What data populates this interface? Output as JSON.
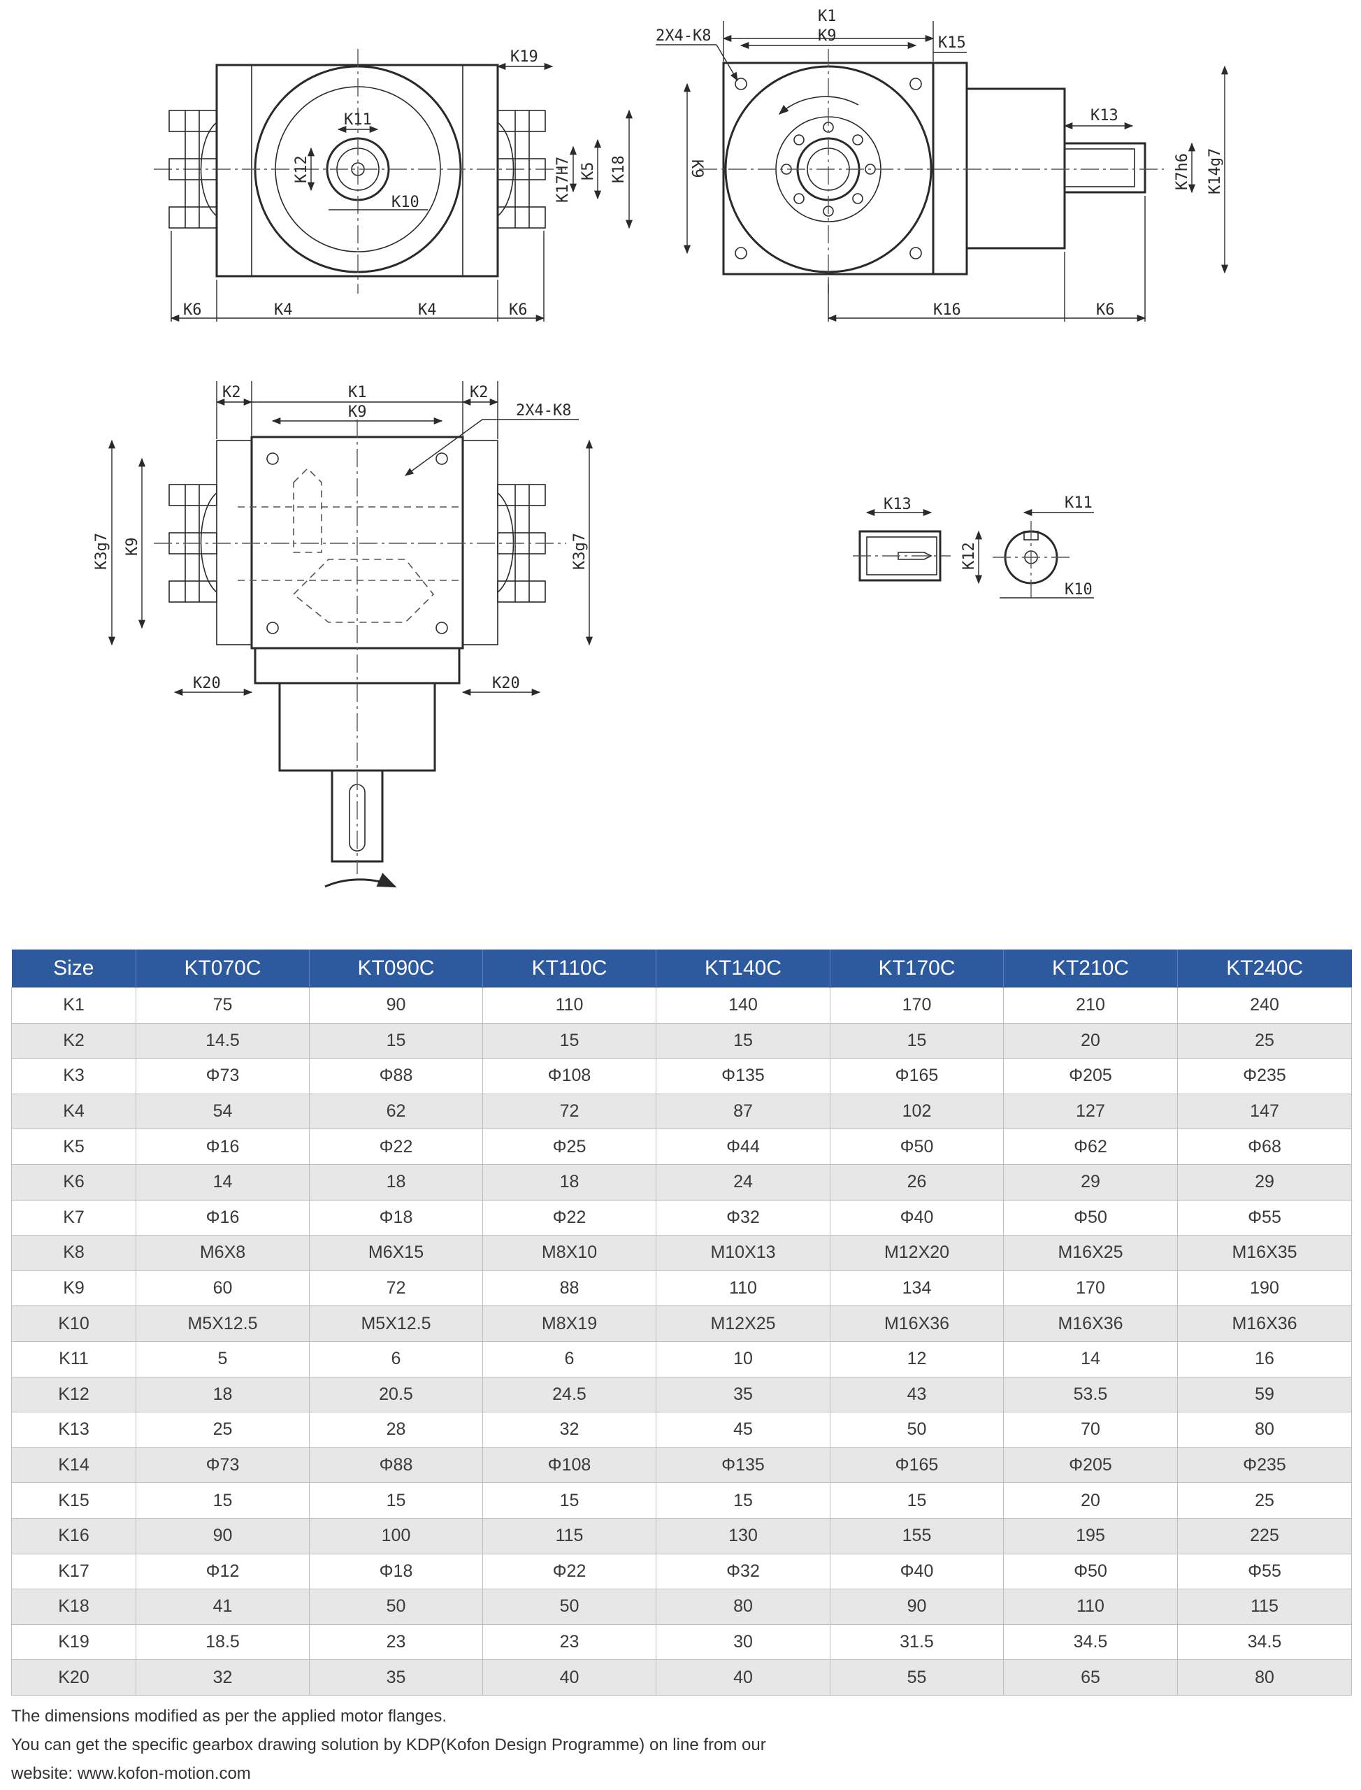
{
  "drawing": {
    "top_view": {
      "K19": "K19",
      "K11": "K11",
      "K12": "K12",
      "K10": "K10",
      "K17H7": "K17H7",
      "K5": "K5",
      "K18": "K18",
      "K6": "K6",
      "K4": "K4"
    },
    "side_view": {
      "K1": "K1",
      "K9": "K9",
      "K15": "K15",
      "hole": "2X4-K8",
      "K13": "K13",
      "K7h6": "K7h6",
      "K14g7": "K14g7",
      "K16": "K16",
      "K6": "K6"
    },
    "front_view": {
      "K2": "K2",
      "K1": "K1",
      "K9": "K9",
      "hole": "2X4-K8",
      "K3g7": "K3g7",
      "K20": "K20"
    },
    "shaft_detail": {
      "K13": "K13",
      "K11": "K11",
      "K12": "K12",
      "K10": "K10"
    }
  },
  "table": {
    "headers": [
      "Size",
      "KT070C",
      "KT090C",
      "KT110C",
      "KT140C",
      "KT170C",
      "KT210C",
      "KT240C"
    ],
    "rows": [
      [
        "K1",
        "75",
        "90",
        "110",
        "140",
        "170",
        "210",
        "240"
      ],
      [
        "K2",
        "14.5",
        "15",
        "15",
        "15",
        "15",
        "20",
        "25"
      ],
      [
        "K3",
        "Φ73",
        "Φ88",
        "Φ108",
        "Φ135",
        "Φ165",
        "Φ205",
        "Φ235"
      ],
      [
        "K4",
        "54",
        "62",
        "72",
        "87",
        "102",
        "127",
        "147"
      ],
      [
        "K5",
        "Φ16",
        "Φ22",
        "Φ25",
        "Φ44",
        "Φ50",
        "Φ62",
        "Φ68"
      ],
      [
        "K6",
        "14",
        "18",
        "18",
        "24",
        "26",
        "29",
        "29"
      ],
      [
        "K7",
        "Φ16",
        "Φ18",
        "Φ22",
        "Φ32",
        "Φ40",
        "Φ50",
        "Φ55"
      ],
      [
        "K8",
        "M6X8",
        "M6X15",
        "M8X10",
        "M10X13",
        "M12X20",
        "M16X25",
        "M16X35"
      ],
      [
        "K9",
        "60",
        "72",
        "88",
        "110",
        "134",
        "170",
        "190"
      ],
      [
        "K10",
        "M5X12.5",
        "M5X12.5",
        "M8X19",
        "M12X25",
        "M16X36",
        "M16X36",
        "M16X36"
      ],
      [
        "K11",
        "5",
        "6",
        "6",
        "10",
        "12",
        "14",
        "16"
      ],
      [
        "K12",
        "18",
        "20.5",
        "24.5",
        "35",
        "43",
        "53.5",
        "59"
      ],
      [
        "K13",
        "25",
        "28",
        "32",
        "45",
        "50",
        "70",
        "80"
      ],
      [
        "K14",
        "Φ73",
        "Φ88",
        "Φ108",
        "Φ135",
        "Φ165",
        "Φ205",
        "Φ235"
      ],
      [
        "K15",
        "15",
        "15",
        "15",
        "15",
        "15",
        "20",
        "25"
      ],
      [
        "K16",
        "90",
        "100",
        "115",
        "130",
        "155",
        "195",
        "225"
      ],
      [
        "K17",
        "Φ12",
        "Φ18",
        "Φ22",
        "Φ32",
        "Φ40",
        "Φ50",
        "Φ55"
      ],
      [
        "K18",
        "41",
        "50",
        "50",
        "80",
        "90",
        "110",
        "115"
      ],
      [
        "K19",
        "18.5",
        "23",
        "23",
        "30",
        "31.5",
        "34.5",
        "34.5"
      ],
      [
        "K20",
        "32",
        "35",
        "40",
        "40",
        "55",
        "65",
        "80"
      ]
    ]
  },
  "notes": [
    "The dimensions modified as per the applied motor flanges.",
    "You can get the specific gearbox drawing solution by KDP(Kofon Design Programme) on line from our",
    "website: www.kofon-motion.com"
  ]
}
